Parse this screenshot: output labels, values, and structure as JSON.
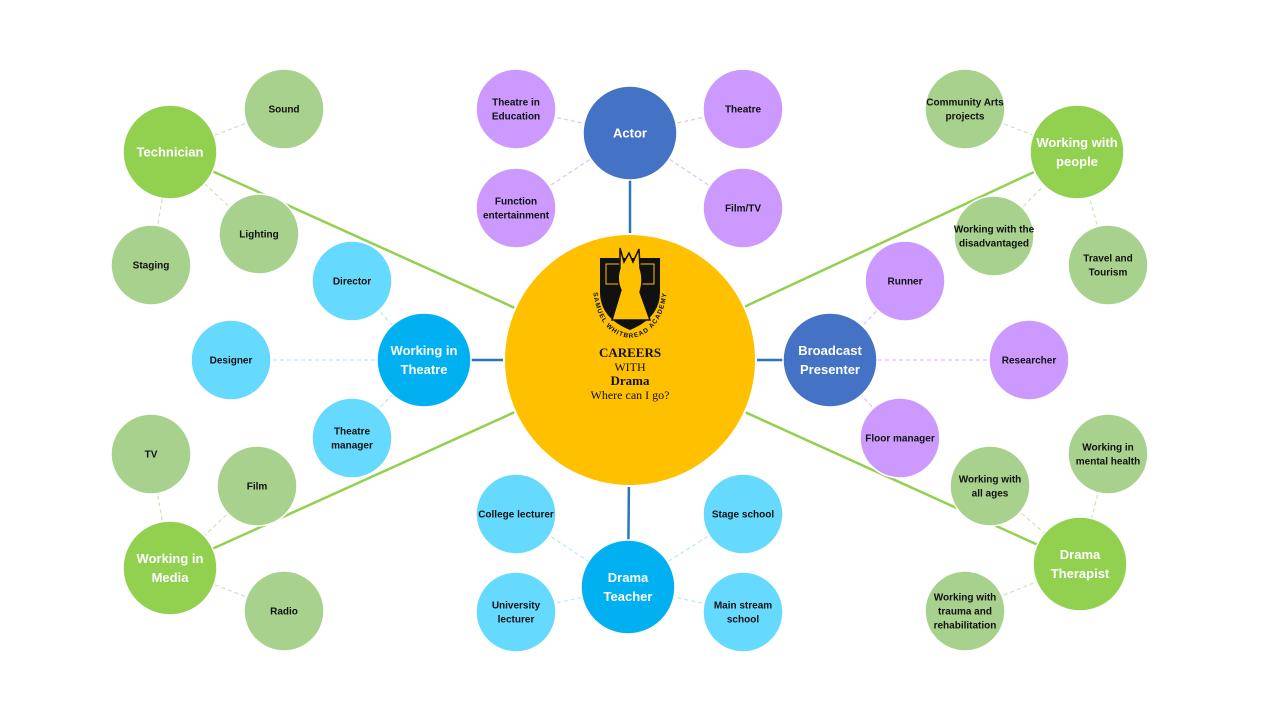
{
  "center": {
    "lines": [
      "CAREERS",
      "WITH",
      "Drama",
      "Where can I go?"
    ],
    "logo_text": "SAMUEL WHITBREAD ACADEMY"
  },
  "colors": {
    "center": "#FFC000",
    "green_dark": "#92D050",
    "green_light": "#A9D18E",
    "blue_dark": "#4472C4",
    "cyan_dark": "#00B0F0",
    "cyan_light": "#66D9FF",
    "purple": "#CC99FF",
    "green_line": "#92D050",
    "blue_line": "#2E75B6"
  },
  "hubs": [
    {
      "id": "actor",
      "label": [
        "Actor"
      ],
      "color": "blue_dark"
    },
    {
      "id": "technician",
      "label": [
        "Technician"
      ],
      "color": "green_dark"
    },
    {
      "id": "working-with-people",
      "label": [
        "Working with",
        "people"
      ],
      "color": "green_dark"
    },
    {
      "id": "working-in-theatre",
      "label": [
        "Working in",
        "Theatre"
      ],
      "color": "cyan_dark"
    },
    {
      "id": "broadcast-presenter",
      "label": [
        "Broadcast",
        "Presenter"
      ],
      "color": "blue_dark"
    },
    {
      "id": "working-in-media",
      "label": [
        "Working in",
        "Media"
      ],
      "color": "green_dark"
    },
    {
      "id": "drama-teacher",
      "label": [
        "Drama",
        "Teacher"
      ],
      "color": "cyan_dark"
    },
    {
      "id": "drama-therapist",
      "label": [
        "Drama",
        "Therapist"
      ],
      "color": "green_dark"
    }
  ],
  "leaves": [
    {
      "id": "theatre-in-education",
      "hub": "actor",
      "label": [
        "Theatre in",
        "Education"
      ],
      "color": "purple"
    },
    {
      "id": "theatre",
      "hub": "actor",
      "label": [
        "Theatre"
      ],
      "color": "purple"
    },
    {
      "id": "function-entertainment",
      "hub": "actor",
      "label": [
        "Function",
        "entertainment"
      ],
      "color": "purple"
    },
    {
      "id": "film-tv",
      "hub": "actor",
      "label": [
        "Film/TV"
      ],
      "color": "purple"
    },
    {
      "id": "sound",
      "hub": "technician",
      "label": [
        "Sound"
      ],
      "color": "green_light"
    },
    {
      "id": "lighting",
      "hub": "technician",
      "label": [
        "Lighting"
      ],
      "color": "green_light"
    },
    {
      "id": "staging",
      "hub": "technician",
      "label": [
        "Staging"
      ],
      "color": "green_light"
    },
    {
      "id": "community-arts-projects",
      "hub": "working-with-people",
      "label": [
        "Community Arts",
        "projects"
      ],
      "color": "green_light"
    },
    {
      "id": "working-with-the-disadvantaged",
      "hub": "working-with-people",
      "label": [
        "Working with the",
        "disadvantaged"
      ],
      "color": "green_light"
    },
    {
      "id": "travel-and-tourism",
      "hub": "working-with-people",
      "label": [
        "Travel and",
        "Tourism"
      ],
      "color": "green_light"
    },
    {
      "id": "director",
      "hub": "working-in-theatre",
      "label": [
        "Director"
      ],
      "color": "cyan_light"
    },
    {
      "id": "designer",
      "hub": "working-in-theatre",
      "label": [
        "Designer"
      ],
      "color": "cyan_light"
    },
    {
      "id": "theatre-manager",
      "hub": "working-in-theatre",
      "label": [
        "Theatre",
        "manager"
      ],
      "color": "cyan_light"
    },
    {
      "id": "runner",
      "hub": "broadcast-presenter",
      "label": [
        "Runner"
      ],
      "color": "purple"
    },
    {
      "id": "researcher",
      "hub": "broadcast-presenter",
      "label": [
        "Researcher"
      ],
      "color": "purple"
    },
    {
      "id": "floor-manager",
      "hub": "broadcast-presenter",
      "label": [
        "Floor manager"
      ],
      "color": "purple"
    },
    {
      "id": "tv",
      "hub": "working-in-media",
      "label": [
        "TV"
      ],
      "color": "green_light"
    },
    {
      "id": "film",
      "hub": "working-in-media",
      "label": [
        "Film"
      ],
      "color": "green_light"
    },
    {
      "id": "radio",
      "hub": "working-in-media",
      "label": [
        "Radio"
      ],
      "color": "green_light"
    },
    {
      "id": "college-lecturer",
      "hub": "drama-teacher",
      "label": [
        "College lecturer"
      ],
      "color": "cyan_light"
    },
    {
      "id": "stage-school",
      "hub": "drama-teacher",
      "label": [
        "Stage school"
      ],
      "color": "cyan_light"
    },
    {
      "id": "university-lecturer",
      "hub": "drama-teacher",
      "label": [
        "University",
        "lecturer"
      ],
      "color": "cyan_light"
    },
    {
      "id": "main-stream-school",
      "hub": "drama-teacher",
      "label": [
        "Main stream",
        "school"
      ],
      "color": "cyan_light"
    },
    {
      "id": "working-in-mental-health",
      "hub": "drama-therapist",
      "label": [
        "Working in",
        "mental health"
      ],
      "color": "green_light"
    },
    {
      "id": "working-with-all-ages",
      "hub": "drama-therapist",
      "label": [
        "Working with",
        "all ages"
      ],
      "color": "green_light"
    },
    {
      "id": "working-with-trauma",
      "hub": "drama-therapist",
      "label": [
        "Working with",
        "trauma and",
        "rehabilitation"
      ],
      "color": "green_light"
    }
  ]
}
